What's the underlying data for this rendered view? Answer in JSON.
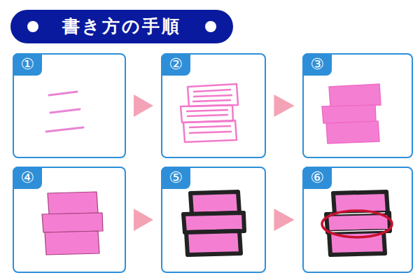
{
  "diagram": {
    "title": "書き方の手順",
    "nodes": [
      {
        "text": [
          "①"
        ]
      },
      {
        "text": [
          "②"
        ]
      },
      {
        "text": [
          "③"
        ]
      },
      {
        "text": [
          "④"
        ]
      },
      {
        "text": [
          "⑤"
        ]
      },
      {
        "text": [
          "⑥"
        ]
      }
    ],
    "edges": [
      {
        "from": 0,
        "to": 1,
        "arrow": "to"
      },
      {
        "from": 1,
        "to": 2,
        "arrow": "to"
      },
      {
        "from": 3,
        "to": 4,
        "arrow": "to"
      },
      {
        "from": 4,
        "to": 5,
        "arrow": "to"
      }
    ]
  }
}
